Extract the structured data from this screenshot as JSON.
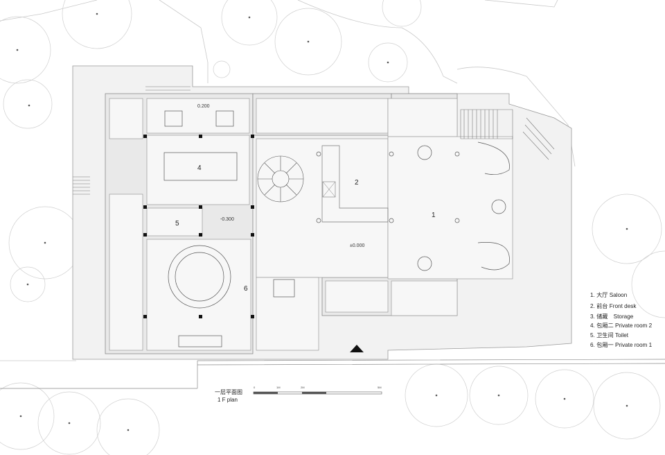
{
  "rooms": {
    "r1": "1",
    "r2": "2",
    "r4": "4",
    "r5": "5",
    "r6": "6"
  },
  "levels": {
    "l1": "0.200",
    "l2": "-0.300",
    "l3": "±0.000"
  },
  "legend": [
    "1. 大厅 Saloon",
    "2. 前台 Front desk",
    "3. 储藏　Storage",
    "4. 包厢二 Private room 2",
    "5. 卫生间 Toilet",
    "6. 包厢一 Private room 1"
  ],
  "caption": {
    "cn": "一层平面图",
    "en": "1 F plan"
  },
  "scale": {
    "t0": "0",
    "t1": "1M",
    "t2": "2M",
    "t3": "5M"
  }
}
